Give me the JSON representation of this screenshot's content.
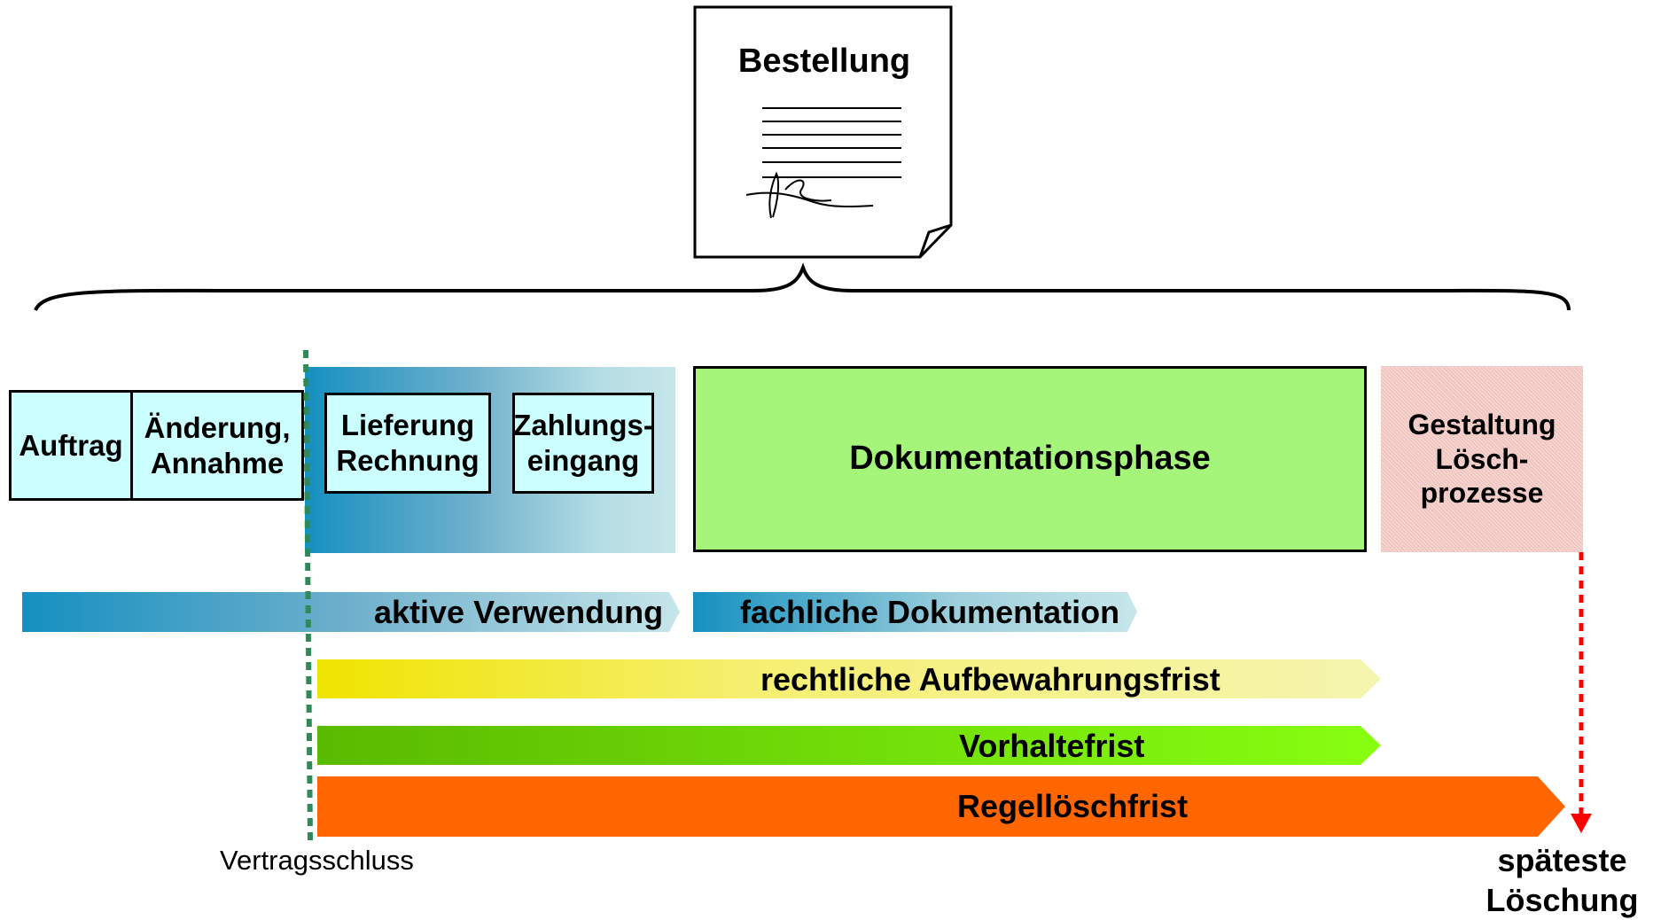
{
  "document": {
    "title": "Bestellung"
  },
  "phases": {
    "auftrag": "Auftrag",
    "aenderung": "Änderung, Annahme",
    "lieferung": "Lieferung Rechnung",
    "zahlung": "Zahlungs- eingang",
    "dokumentation": "Dokumentationsphase",
    "gestaltung": "Gestaltung Lösch- prozesse"
  },
  "arrows": {
    "aktive": "aktive Verwendung",
    "fachlich": "fachliche Dokumentation",
    "rechtlich": "rechtliche Aufbewahrungsfrist",
    "vorhalte": "Vorhaltefrist",
    "regel": "Regellöschfrist"
  },
  "markers": {
    "vertragsschluss": "Vertragsschluss",
    "spaeteste_loeschung": "späteste Löschung"
  },
  "colors": {
    "contract_line": "#2e8b57",
    "deletion_line": "#ff0000",
    "dokumentationsphase": "#a6f57b",
    "regel": "#ff6600"
  }
}
